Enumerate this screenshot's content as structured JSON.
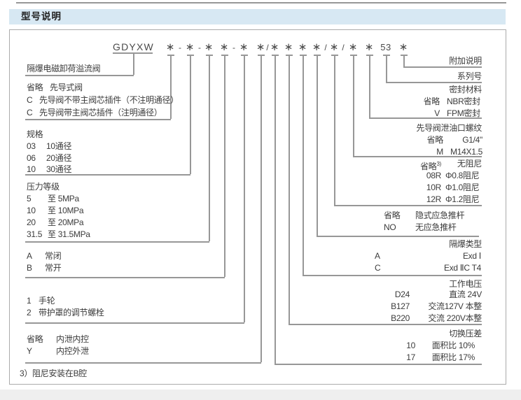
{
  "page": {
    "section_title": "型号说明",
    "footnote": "3）阻尼安装在B腔"
  },
  "model_code": {
    "prefix": "GDYXW",
    "symbols": [
      "∗",
      "-",
      "∗",
      "-",
      "∗",
      "∗",
      "-",
      "∗",
      "∗",
      "/",
      "∗",
      "∗",
      "∗",
      "∗",
      "/",
      "∗",
      "/",
      "∗",
      "∗",
      "53",
      "∗"
    ]
  },
  "left_groups": [
    {
      "title": "隔爆电磁卸荷溢流阀"
    },
    {
      "rows": [
        {
          "code": "省略",
          "desc": "先导式阀"
        },
        {
          "code": "C",
          "desc": "先导阀不带主阀芯插件（不注明通径）"
        },
        {
          "code": "C",
          "desc": "先导阀带主阀芯插件（注明通径）"
        }
      ]
    },
    {
      "title": "规格",
      "rows": [
        {
          "code": "03",
          "desc": "10通径"
        },
        {
          "code": "06",
          "desc": "20通径"
        },
        {
          "code": "10",
          "desc": "30通径"
        }
      ]
    },
    {
      "title": "压力等级",
      "rows": [
        {
          "code": "5",
          "desc": "至  5MPa"
        },
        {
          "code": "10",
          "desc": "至 10MPa"
        },
        {
          "code": "20",
          "desc": "至 20MPa"
        },
        {
          "code": "31.5",
          "desc": "至 31.5MPa"
        }
      ]
    },
    {
      "rows": [
        {
          "code": "A",
          "desc": "常闭"
        },
        {
          "code": "B",
          "desc": "常开"
        }
      ]
    },
    {
      "rows": [
        {
          "code": "1",
          "desc": "手轮"
        },
        {
          "code": "2",
          "desc": "带护罩的调节螺栓"
        }
      ]
    },
    {
      "rows": [
        {
          "code": "省略",
          "desc": "内泄内控"
        },
        {
          "code": "Y",
          "desc": "内控外泄"
        }
      ]
    }
  ],
  "right_groups": [
    {
      "title": "附加说明"
    },
    {
      "title": "系列号"
    },
    {
      "title": "密封材料",
      "rows": [
        {
          "code": "省略",
          "desc": "NBR密封"
        },
        {
          "code": "V",
          "desc": "FPM密封"
        }
      ]
    },
    {
      "title": "先导阀泄油口螺纹",
      "rows": [
        {
          "code": "省略",
          "desc": "G1/4\""
        },
        {
          "code": "M",
          "desc": "M14X1.5"
        }
      ]
    },
    {
      "rows": [
        {
          "code": "省略",
          "sup": "3)",
          "desc": "无阻尼"
        },
        {
          "code": "08R",
          "desc": "Φ0.8阻尼"
        },
        {
          "code": "10R",
          "desc": "Φ1.0阻尼"
        },
        {
          "code": "12R",
          "desc": "Φ1.2阻尼"
        }
      ]
    },
    {
      "rows": [
        {
          "code": "省略",
          "desc": "隐式应急推杆"
        },
        {
          "code": "NO",
          "desc": "无应急推杆"
        }
      ]
    },
    {
      "title": "隔爆类型",
      "rows": [
        {
          "code": "A",
          "desc": "Exd Ⅰ"
        },
        {
          "code": "C",
          "desc": "Exd ⅡC T4"
        }
      ]
    },
    {
      "title": "工作电压",
      "rows": [
        {
          "code": "D24",
          "desc": "直流 24V"
        },
        {
          "code": "B127",
          "desc": "交流127V 本整"
        },
        {
          "code": "B220",
          "desc": "交流 220V本整"
        }
      ]
    },
    {
      "title": "切换压差",
      "rows": [
        {
          "code": "10",
          "desc": "面积比  10%"
        },
        {
          "code": "17",
          "desc": "面积比  17%"
        }
      ]
    }
  ],
  "colors": {
    "header_bg": "#d7e8f3",
    "line": "#979797",
    "text": "#3b3b3b"
  }
}
